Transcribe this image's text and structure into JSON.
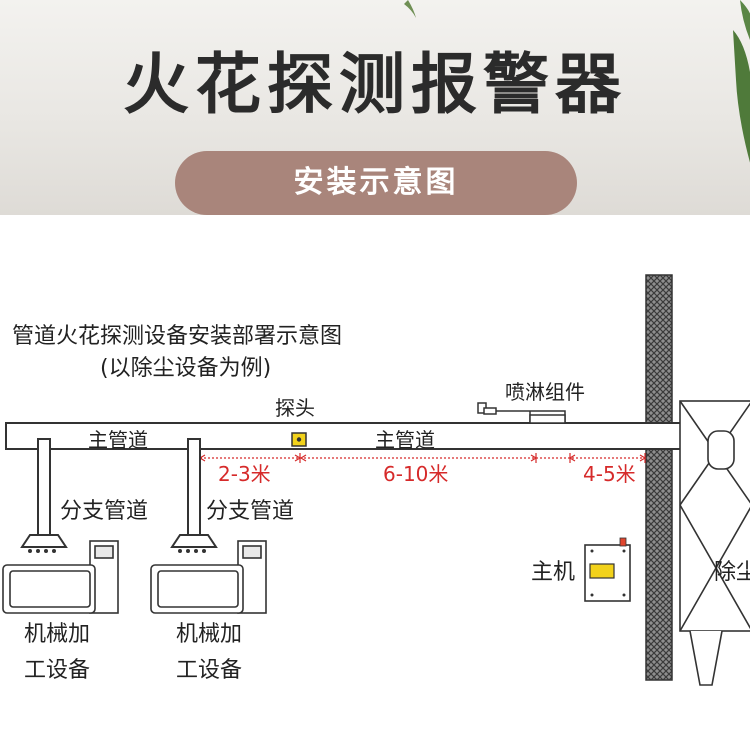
{
  "header": {
    "title": "火花探测报警器",
    "subtitle": "安装示意图"
  },
  "diagram": {
    "heading_line1": "管道火花探测设备安装部署示意图",
    "heading_line2": "(以除尘设备为例)",
    "labels": {
      "main_pipe_left": "主管道",
      "main_pipe_right": "主管道",
      "probe": "探头",
      "sprinkler": "喷淋组件",
      "branch_pipe_1": "分支管道",
      "branch_pipe_2": "分支管道",
      "machine_1_line1": "机械加",
      "machine_1_line2": "工设备",
      "machine_2_line1": "机械加",
      "machine_2_line2": "工设备",
      "host": "主机",
      "dust_collector": "除尘"
    },
    "distances": [
      "2-3米",
      "6-10米",
      "4-5米"
    ],
    "colors": {
      "dimension": "#d62a2a",
      "probe_fill": "#f2d21b",
      "host_screen": "#f2d21b",
      "host_lamp": "#e0462e",
      "banner_pill": "#a9857b"
    }
  }
}
